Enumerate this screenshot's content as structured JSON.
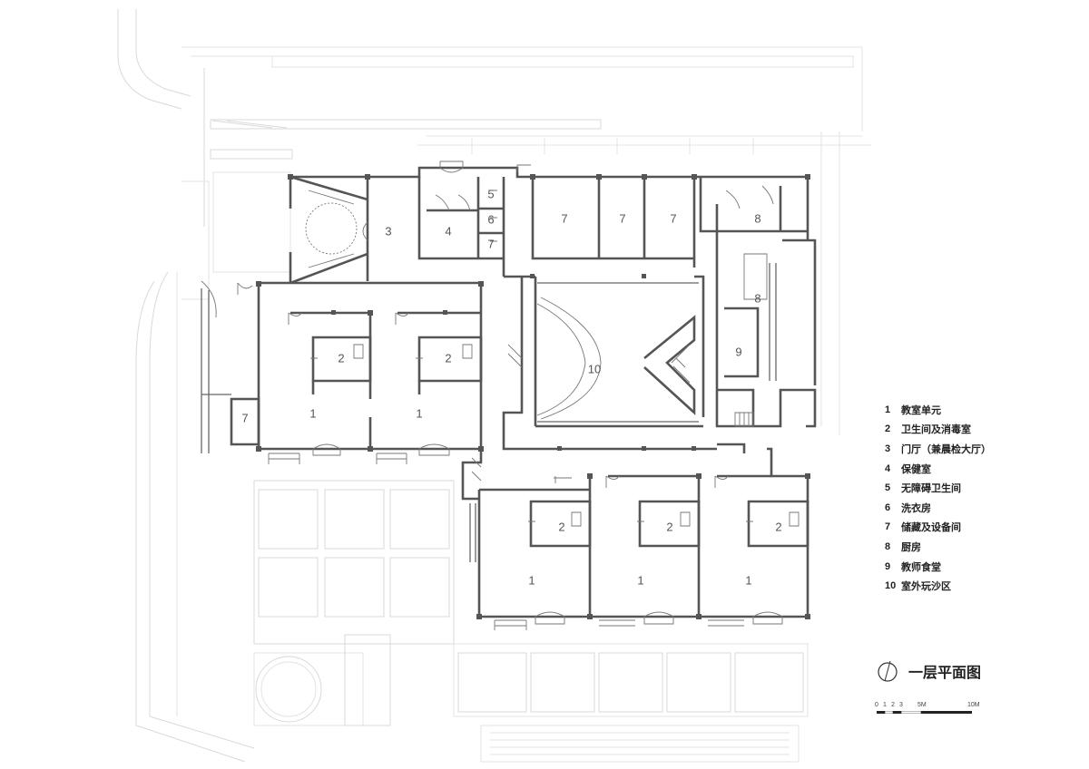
{
  "plan": {
    "title": "一层平面图",
    "room_numbers": {
      "r3": "3",
      "r4": "4",
      "r5": "5",
      "r6": "6",
      "r7a": "7",
      "r7b": "7",
      "r7c": "7",
      "r7d": "7",
      "r7e": "7",
      "r8a": "8",
      "r8b": "8",
      "r9": "9",
      "r10": "10",
      "r2a": "2",
      "r2b": "2",
      "r1a": "1",
      "r1b": "1",
      "r2c": "2",
      "r2d": "2",
      "r2e": "2",
      "r1c": "1",
      "r1d": "1",
      "r1e": "1"
    }
  },
  "legend": [
    {
      "num": "1",
      "label": "教室单元"
    },
    {
      "num": "2",
      "label": "卫生间及消毒室"
    },
    {
      "num": "3",
      "label": "门厅（兼晨检大厅）"
    },
    {
      "num": "4",
      "label": "保健室"
    },
    {
      "num": "5",
      "label": "无障碍卫生间"
    },
    {
      "num": "6",
      "label": "洗衣房"
    },
    {
      "num": "7",
      "label": "储藏及设备间"
    },
    {
      "num": "8",
      "label": "厨房"
    },
    {
      "num": "9",
      "label": "教师食堂"
    },
    {
      "num": "10",
      "label": "室外玩沙区"
    }
  ],
  "scale": {
    "ticks": [
      "0",
      "1",
      "2",
      "3",
      "5M",
      "10M"
    ]
  },
  "colors": {
    "wall": "#555555",
    "site": "#d9d9d9",
    "text": "#222222"
  }
}
